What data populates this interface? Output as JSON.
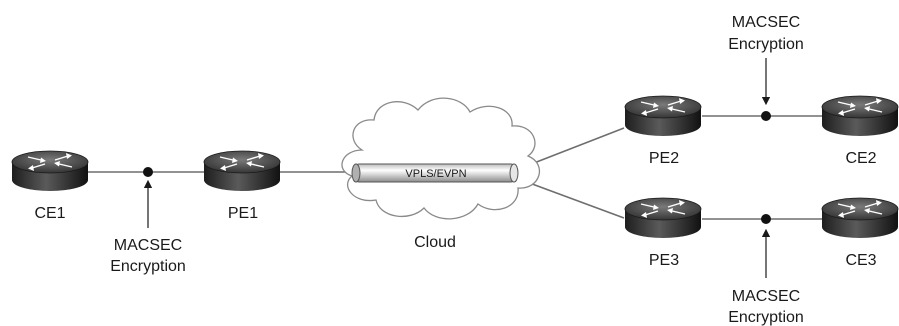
{
  "nodes": {
    "ce1": "CE1",
    "pe1": "PE1",
    "pe2": "PE2",
    "pe3": "PE3",
    "ce2": "CE2",
    "ce3": "CE3"
  },
  "cloud": {
    "label": "Cloud",
    "tunnel_label": "VPLS/EVPN"
  },
  "annotations": {
    "left": {
      "line1": "MACSEC",
      "line2": "Encryption"
    },
    "top": {
      "line1": "MACSEC",
      "line2": "Encryption"
    },
    "bottom": {
      "line1": "MACSEC",
      "line2": "Encryption"
    }
  }
}
